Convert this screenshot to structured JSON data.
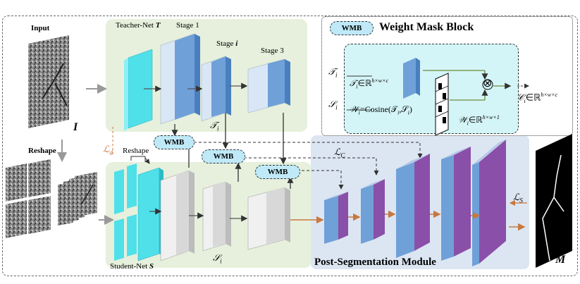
{
  "labels": {
    "input": "Input",
    "input_symbol": "I",
    "reshape_left": "Reshape",
    "reshape_student": "Reshape",
    "teacher_net": "Teacher-Net",
    "teacher_symbol": "T",
    "stage1": "Stage 1",
    "stage_i_prefix": "Stage",
    "stage_i_symbol": "i",
    "stage3": "Stage 3",
    "student_net": "Student-Net",
    "student_symbol": "S",
    "t_i": "𝒯",
    "t_i_sub": "i",
    "s_i": "𝒮",
    "s_i_sub": "i",
    "loss_d": "ℒ",
    "loss_d_sub": "d",
    "loss_c": "ℒ",
    "loss_c_sub": "C",
    "loss_s": "ℒ",
    "loss_s_sub": "S",
    "post_seg": "Post-Segmentation Module",
    "output_symbol": "M"
  },
  "wmb": {
    "tag": "WMB",
    "title": "Weight Mask Block",
    "instances": [
      "WMB",
      "WMB",
      "WMB"
    ]
  },
  "legend_box": {
    "ti_in": "𝒯",
    "ti_in_sub": "i",
    "si_in": "𝒮",
    "si_in_sub": "i",
    "ti_eq_prefix": "𝒯",
    "ti_eq_rest": "∈ℝ",
    "ti_eq_sup": "h×w×c",
    "wi_eq": "=Cosine(𝒯",
    "wi_eq_mid": ",𝒮",
    "wi_eq_end": ")",
    "wi_sym": "𝒲",
    "wi_set": "∈ℝ",
    "wi_set_sup": "h×w×1",
    "otimes": "⊗",
    "ci_sym": "𝒞",
    "ci_set": "∈ℝ",
    "ci_set_sup": "h×w×c"
  },
  "colors": {
    "teacher_bg": "#e6f0dc",
    "student_bg": "#e6f0dc",
    "post_bg": "#dce6f2",
    "wmb_fill": "#bfe9f7",
    "cyan_block": "#4fe0ea",
    "blue_block": "#6fa0d8",
    "purple_block": "#8a4fa8",
    "gray_block": "#e8e8e8"
  }
}
